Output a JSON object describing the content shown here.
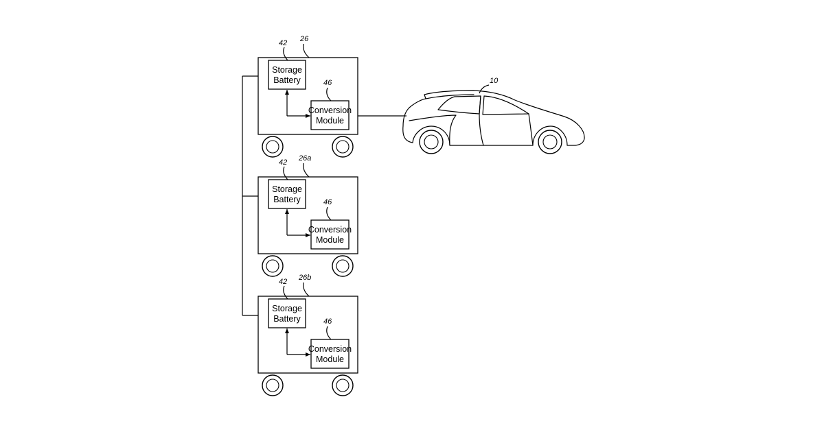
{
  "vehicle": {
    "ref": "10"
  },
  "units": [
    {
      "ref": "26",
      "battery_ref": "42",
      "module_ref": "46",
      "battery_label": [
        "Storage",
        "Battery"
      ],
      "module_label": [
        "Conversion",
        "Module"
      ]
    },
    {
      "ref": "26a",
      "battery_ref": "42",
      "module_ref": "46",
      "battery_label": [
        "Storage",
        "Battery"
      ],
      "module_label": [
        "Conversion",
        "Module"
      ]
    },
    {
      "ref": "26b",
      "battery_ref": "42",
      "module_ref": "46",
      "battery_label": [
        "Storage",
        "Battery"
      ],
      "module_label": [
        "Conversion",
        "Module"
      ]
    }
  ]
}
